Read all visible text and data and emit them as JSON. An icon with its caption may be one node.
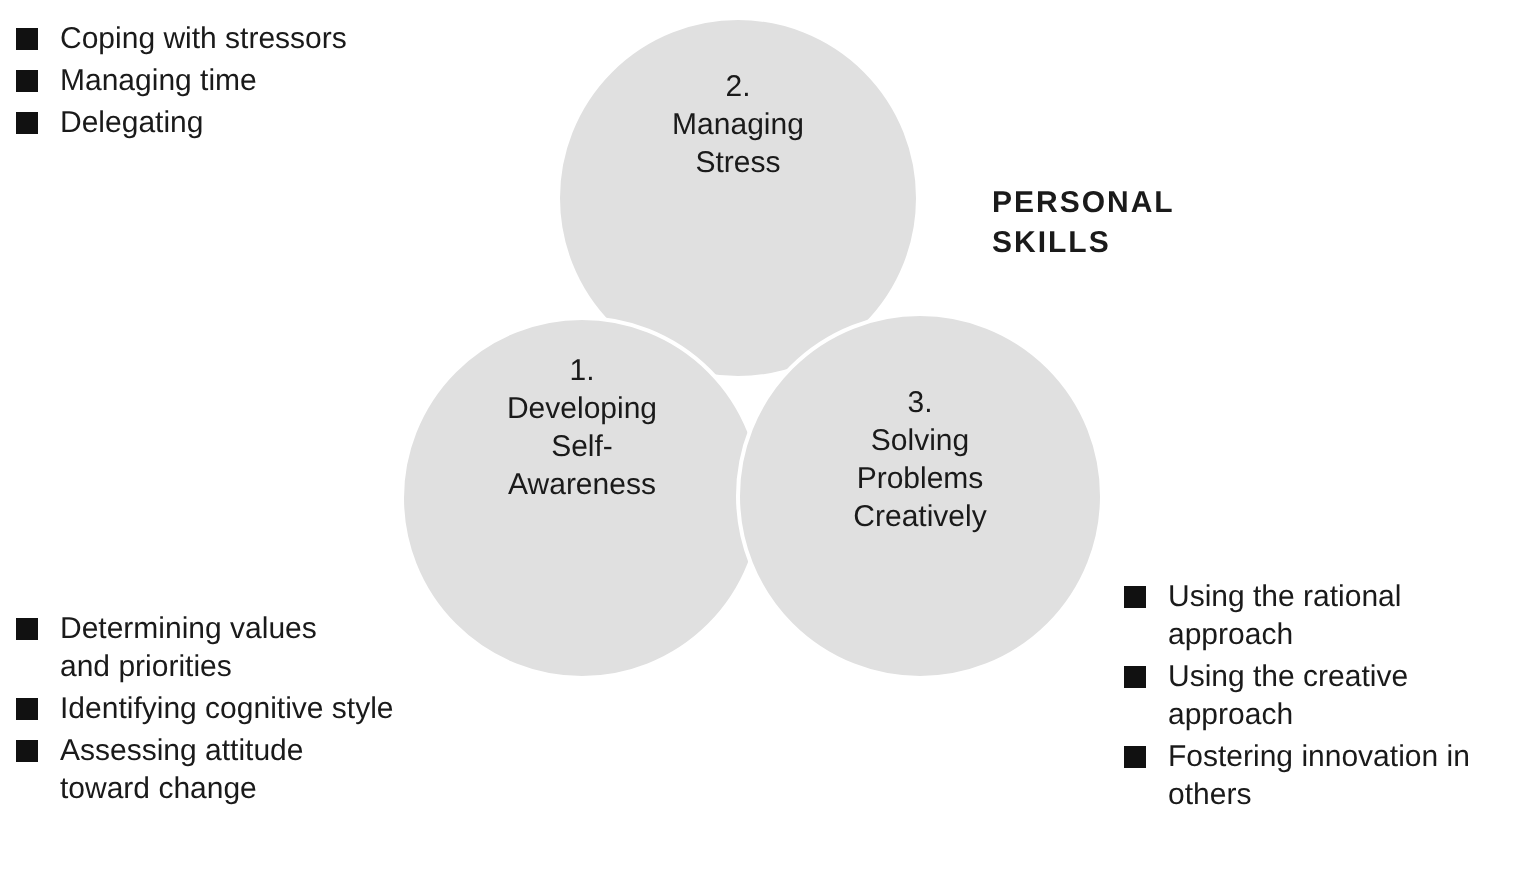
{
  "diagram": {
    "title": "PERSONAL SKILLS",
    "nodes": [
      {
        "text": [
          "2.",
          "Managing Stress"
        ]
      },
      {
        "text": [
          "1.",
          "Developing Self-Awareness"
        ]
      },
      {
        "text": [
          "3.",
          "Solving Problems Creatively"
        ]
      }
    ],
    "labels": [
      "Coping with stressors",
      "Managing time",
      "Delegating",
      "Determining values and priorities",
      "Identifying cognitive style",
      "Assessing attitude toward change",
      "Using the rational approach",
      "Using the creative approach",
      "Fostering innovation in others"
    ]
  }
}
